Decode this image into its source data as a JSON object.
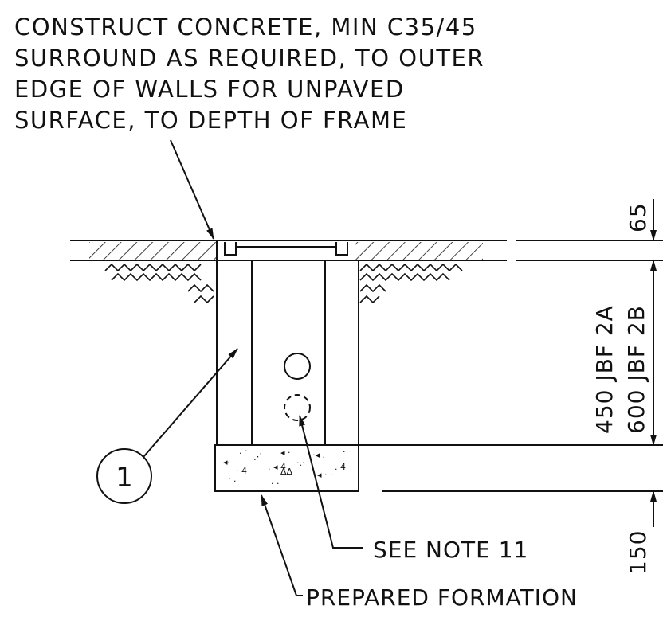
{
  "drawing": {
    "title_note": [
      "CONSTRUCT CONCRETE, MIN C35/45",
      "SURROUND AS REQUIRED, TO OUTER",
      "EDGE OF WALLS FOR UNPAVED",
      "SURFACE, TO DEPTH OF FRAME"
    ],
    "callout_number": "1",
    "see_note_label": "SEE NOTE 11",
    "formation_label": "PREPARED FORMATION",
    "dimensions": {
      "top": "65",
      "depth_a": "450 JBF 2A",
      "depth_b": "600 JBF 2B",
      "base": "150"
    }
  }
}
